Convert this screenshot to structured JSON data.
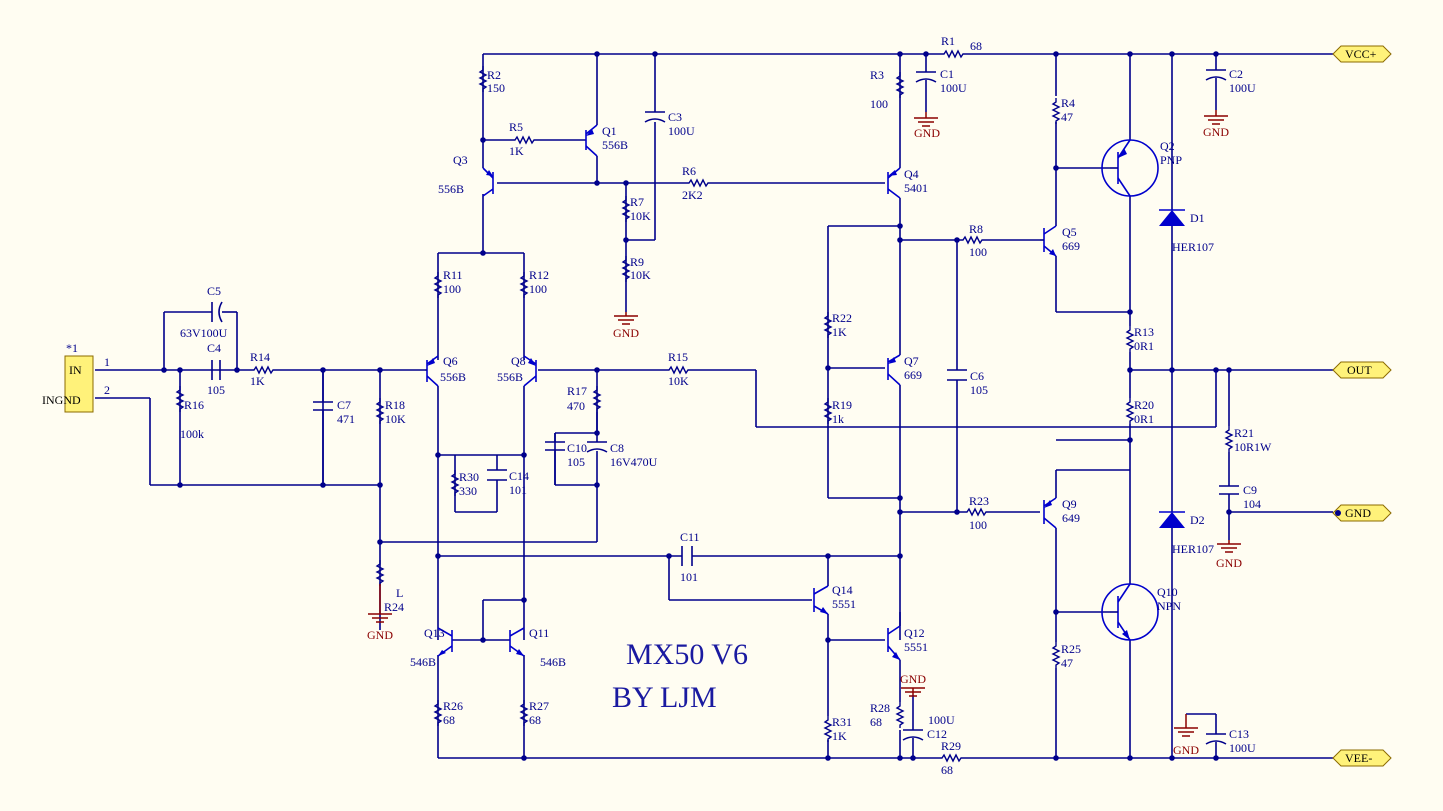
{
  "title_line1": "MX50 V6",
  "title_line2": "BY LJM",
  "connector": {
    "ref": "*1",
    "pin1": "IN",
    "pin2": "INGND",
    "pin1_num": "1",
    "pin2_num": "2"
  },
  "ports": {
    "vcc": "VCC+",
    "out": "OUT",
    "gnd": "GND",
    "vee": "VEE-"
  },
  "gnd_label": "GND",
  "resistors": {
    "R1": {
      "ref": "R1",
      "value": "68"
    },
    "R2": {
      "ref": "R2",
      "value": "150"
    },
    "R3": {
      "ref": "R3",
      "value": "100"
    },
    "R4": {
      "ref": "R4",
      "value": "47"
    },
    "R5": {
      "ref": "R5",
      "value": "1K"
    },
    "R6": {
      "ref": "R6",
      "value": "2K2"
    },
    "R7": {
      "ref": "R7",
      "value": "10K"
    },
    "R8": {
      "ref": "R8",
      "value": "100"
    },
    "R9": {
      "ref": "R9",
      "value": "10K"
    },
    "R11": {
      "ref": "R11",
      "value": "100"
    },
    "R12": {
      "ref": "R12",
      "value": "100"
    },
    "R13": {
      "ref": "R13",
      "value": "0R1"
    },
    "R14": {
      "ref": "R14",
      "value": "1K"
    },
    "R15": {
      "ref": "R15",
      "value": "10K"
    },
    "R16": {
      "ref": "R16",
      "value": "100k"
    },
    "R17": {
      "ref": "R17",
      "value": "470"
    },
    "R18": {
      "ref": "R18",
      "value": "10K"
    },
    "R19": {
      "ref": "R19",
      "value": "1k"
    },
    "R20": {
      "ref": "R20",
      "value": "0R1"
    },
    "R21": {
      "ref": "R21",
      "value": "10R1W"
    },
    "R22": {
      "ref": "R22",
      "value": "1K"
    },
    "R23": {
      "ref": "R23",
      "value": "100"
    },
    "R24": {
      "ref": "R24",
      "value": "L"
    },
    "R25": {
      "ref": "R25",
      "value": "47"
    },
    "R26": {
      "ref": "R26",
      "value": "68"
    },
    "R27": {
      "ref": "R27",
      "value": "68"
    },
    "R28": {
      "ref": "R28",
      "value": "68"
    },
    "R29": {
      "ref": "R29",
      "value": "68"
    },
    "R30": {
      "ref": "R30",
      "value": "330"
    },
    "R31": {
      "ref": "R31",
      "value": "1K"
    }
  },
  "capacitors": {
    "C1": {
      "ref": "C1",
      "value": "100U"
    },
    "C2": {
      "ref": "C2",
      "value": "100U"
    },
    "C3": {
      "ref": "C3",
      "value": "100U"
    },
    "C4": {
      "ref": "C4",
      "value": "105"
    },
    "C5": {
      "ref": "C5",
      "value": "63V100U"
    },
    "C6": {
      "ref": "C6",
      "value": "105"
    },
    "C7": {
      "ref": "C7",
      "value": "471"
    },
    "C8": {
      "ref": "C8",
      "value": "16V470U"
    },
    "C9": {
      "ref": "C9",
      "value": "104"
    },
    "C10": {
      "ref": "C10",
      "value": "105"
    },
    "C11": {
      "ref": "C11",
      "value": "101"
    },
    "C12": {
      "ref": "C12",
      "value": "100U"
    },
    "C13": {
      "ref": "C13",
      "value": "100U"
    },
    "C14": {
      "ref": "C14",
      "value": "101"
    }
  },
  "transistors": {
    "Q1": {
      "ref": "Q1",
      "value": "556B"
    },
    "Q2": {
      "ref": "Q2",
      "value": "PNP"
    },
    "Q3": {
      "ref": "Q3",
      "value": "556B"
    },
    "Q4": {
      "ref": "Q4",
      "value": "5401"
    },
    "Q5": {
      "ref": "Q5",
      "value": "669"
    },
    "Q6": {
      "ref": "Q6",
      "value": "556B"
    },
    "Q7": {
      "ref": "Q7",
      "value": "669"
    },
    "Q8": {
      "ref": "Q8",
      "value": "556B"
    },
    "Q9": {
      "ref": "Q9",
      "value": "649"
    },
    "Q10": {
      "ref": "Q10",
      "value": "NPN"
    },
    "Q11": {
      "ref": "Q11",
      "value": "546B"
    },
    "Q12": {
      "ref": "Q12",
      "value": "5551"
    },
    "Q13": {
      "ref": "Q13",
      "value": "546B"
    },
    "Q14": {
      "ref": "Q14",
      "value": "5551"
    }
  },
  "diodes": {
    "D1": {
      "ref": "D1",
      "value": "HER107"
    },
    "D2": {
      "ref": "D2",
      "value": "HER107"
    }
  }
}
